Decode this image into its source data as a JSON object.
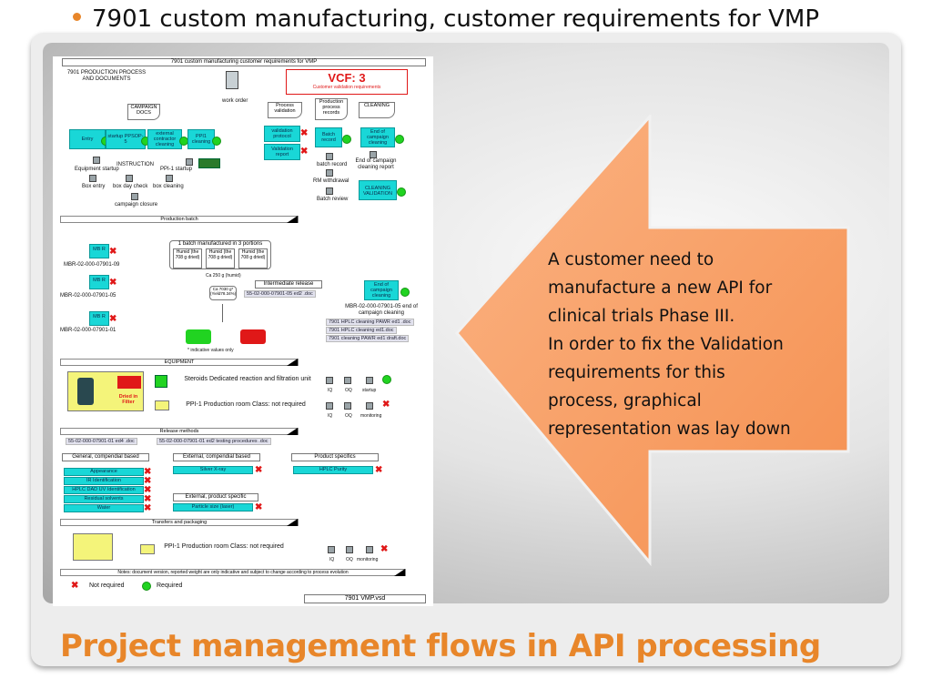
{
  "header": {
    "bullet_text": "7901 custom manufacturing, customer requirements for VMP"
  },
  "slide_title": "Project management flows in API processing",
  "callout": {
    "lines": [
      "A customer need to",
      "manufacture a new API for",
      "clinical trials Phase III.",
      "In order to fix the Validation",
      "requirements for this",
      "process,  graphical",
      "representation was lay down"
    ]
  },
  "diagram": {
    "title_bar": "7901 custom manufacturing customer requirements for VMP",
    "section_title": "7901 PRODUCTION PROCESS AND DOCUMENTS",
    "vcf_title": "VCF: 3",
    "vcf_sub": "Customer validation requirements",
    "work_order": "work order",
    "campaign_docs": "CAMPAIGN DOCS",
    "process_validation": "Process validation",
    "production_records": "Production process records",
    "cleaning": "CLEANING",
    "flow": [
      "Entry",
      "startup PPSOP-5",
      "external contractor cleaning",
      "PPI1 cleaning"
    ],
    "validation_protocol": "validation protocol",
    "validation_report": "Validation report",
    "batch_record_box": "Batch record",
    "end_campaign_cleaning": "End of campaign cleaning",
    "instruction": "INSTRUCTION",
    "equipment_startup": "Equipment startup",
    "ppi1_startup": "PPI-1 startup",
    "box_entry": "Box entry",
    "box_day_check": "box day check",
    "box_cleaning": "box cleaning",
    "campaign_closure": "campaign closure",
    "batch_record": "batch record",
    "rm_withdrawal": "RM withdrawal",
    "batch_review": "Batch review",
    "end_campaign_report": "End of campaign cleaning report",
    "cleaning_validation": "CLEANING VALIDATION",
    "production_batch": "Production batch",
    "mbr_label": "MB R",
    "mbr": [
      "MBR-02-000-07901-09",
      "MBR-02-000-07901-05",
      "MBR-02-000-07901-01"
    ],
    "batch_portions": "1 batch manufactured in 3 portions",
    "humid": [
      "Humid (the 708 g dried)",
      "Humid (the 708 g dried)",
      "Humid (the 708 g dried)"
    ],
    "ca_humid": "Ca 250 g (humid)",
    "ca_dry": "Ca 7030 g* (Yield78.34%)",
    "intermediate_release": "Intermediate release",
    "intermediate_file": "55-02-000-07901-05 ed2 .doc",
    "end_campaign_mbr": "MBR-02-000-07901-05 end of campaign cleaning",
    "cleaning_docs": [
      "7901 HPLC cleaning PAWR ed1 .doc",
      "7901 HPLC cleaning ed1.doc",
      "7901 cleaning PAWR ed1 draft.doc"
    ],
    "indicative": "* indicative values only",
    "equipment": "EQUIPMENT",
    "dried_filter": "Dried in Filter",
    "steroids_unit": "Steroids Dedicated reaction and filtration unit",
    "ppi_room": "PPI-1 Production room Class: not required",
    "iq": "IQ",
    "oq": "OQ",
    "startup": "startup",
    "monitoring": "monitoring",
    "release_methods": "Release methods",
    "release_files": [
      "55-02-000-07901-01 ed4 .doc",
      "55-02-000-07901-01 ed2 testing procedures .doc"
    ],
    "general_pharm": "General, compendial based",
    "external_pharm": "External, compendial based",
    "product_specifics": "Product specifics",
    "tests": [
      "Appearance",
      "IR Identification",
      "HPLC DAD UV Identification",
      "Residual solvents",
      "Water"
    ],
    "silver_xray": "Silver X-ray",
    "hplc_purity": "HPLC Purity",
    "external_product": "External, product specific",
    "particle_size": "Particle size (laser)",
    "transfers": "Transfers and packaging",
    "notes": "Notes: document version, reported weight are only indicative and subject to change according to process evolution",
    "legend_not_required": "Not required",
    "legend_required": "Required",
    "file_name": "7901 VMP.vsd"
  },
  "colors": {
    "accent_orange": "#e8862a",
    "callout_fill": "#f9a36c",
    "process_cyan": "#19d7d7",
    "required_green": "#21d321",
    "not_required_red": "#e01818"
  }
}
